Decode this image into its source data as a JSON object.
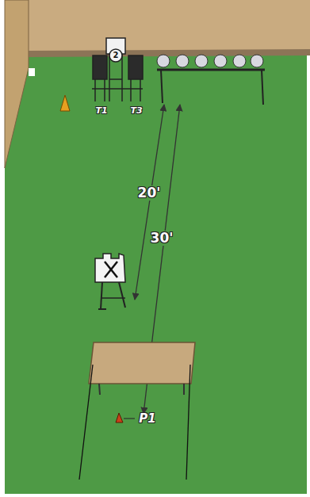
{
  "diagram": {
    "labels": [
      "2",
      "T1",
      "T3",
      "20'",
      "30'",
      "P1"
    ]
  }
}
